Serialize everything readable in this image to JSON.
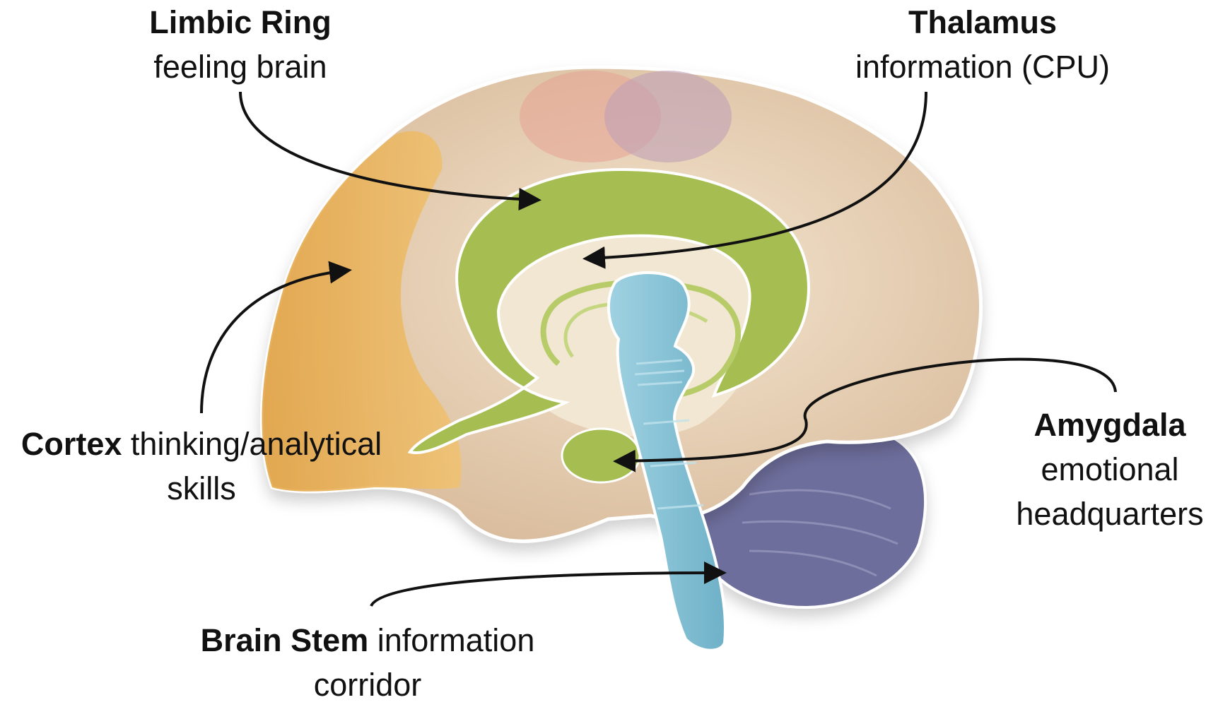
{
  "labels": {
    "limbic_ring": {
      "title": "Limbic Ring",
      "description": "feeling brain"
    },
    "thalamus": {
      "title": "Thalamus",
      "description": "information (CPU)"
    },
    "cortex": {
      "title": "Cortex",
      "description_line1": "thinking/analytical",
      "description_line2": "skills"
    },
    "amygdala": {
      "title": "Amygdala",
      "description_line1": "emotional",
      "description_line2": "headquarters"
    },
    "brain_stem": {
      "title": "Brain Stem",
      "description_line1": "information",
      "description_line2": "corridor"
    }
  },
  "colors": {
    "cerebrum": "#dcc2a2",
    "frontal_cortex": "#e8b35a",
    "limbic_ring": "#a6bd52",
    "cerebellum": "#6e6e9c",
    "brain_stem": "#84c2d6",
    "inner_area": "#f2e7d2",
    "arrow": "#111111"
  }
}
